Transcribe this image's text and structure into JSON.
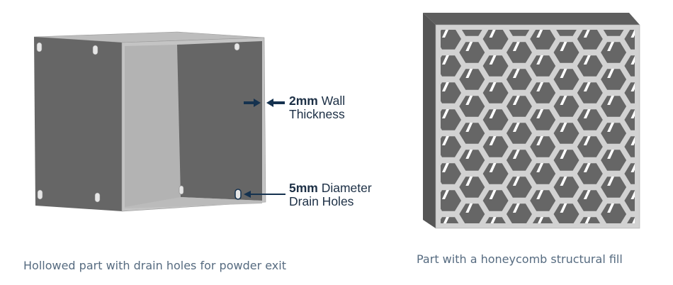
{
  "left_figure": {
    "wall_label": {
      "bold": "2mm",
      "rest": " Wall",
      "line2": "Thickness"
    },
    "drain_label": {
      "bold": "5mm",
      "rest": " Diameter",
      "line2": "Drain Holes"
    },
    "caption": "Hollowed part with drain holes for powder exit"
  },
  "right_figure": {
    "caption": "Part with a honeycomb structural fill"
  },
  "colors": {
    "dark_face": "#666666",
    "light_face": "#b3b3b3",
    "frame": "#c4c4c4",
    "arrow": "#15324f",
    "caption": "#566b80"
  }
}
